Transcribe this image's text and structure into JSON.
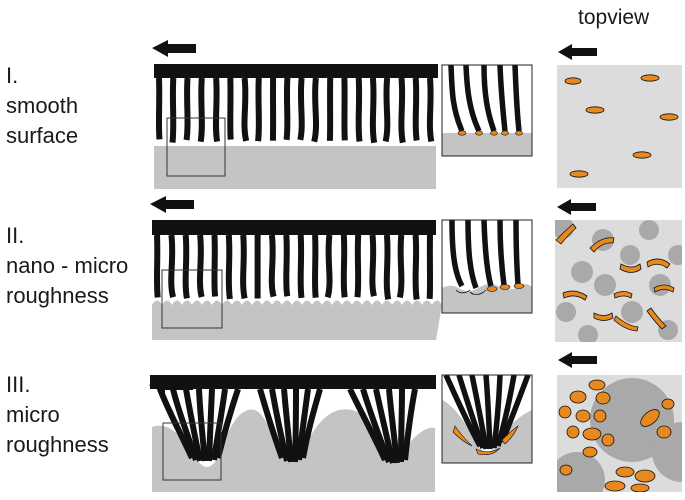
{
  "topview_label": "topview",
  "rows": [
    {
      "numeral": "I.",
      "line1": "smooth",
      "line2": "surface"
    },
    {
      "numeral": "II.",
      "line1": "nano - micro",
      "line2": "roughness"
    },
    {
      "numeral": "III.",
      "line1": "micro",
      "line2": "roughness"
    }
  ],
  "colors": {
    "backing": "#111111",
    "substrate": "#c4c4c4",
    "panel_bg": "#dcdcdc",
    "asperity": "#a9a9a9",
    "contact": "#e8891f"
  },
  "icons": [
    "direction-arrow-icon"
  ]
}
